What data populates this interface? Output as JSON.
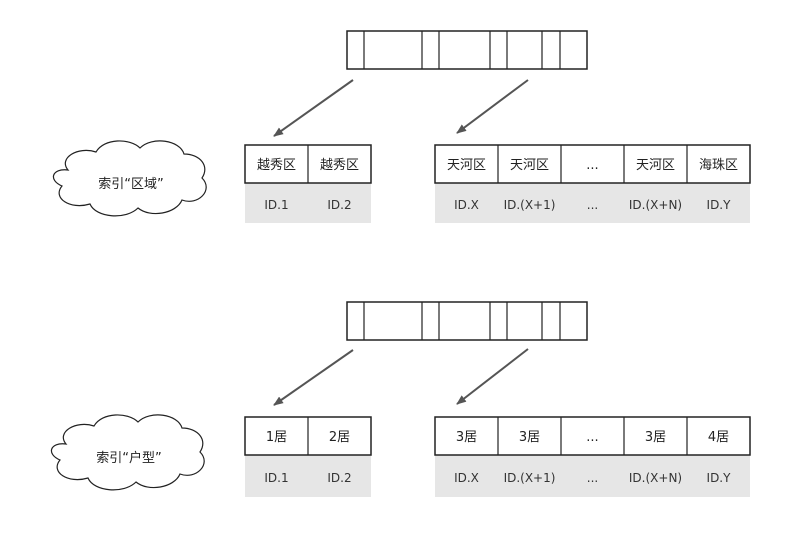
{
  "indexes": [
    {
      "cloud_label": "索引“区域”",
      "left_block": {
        "keys": [
          "越秀区",
          "越秀区"
        ],
        "ids": [
          "ID.1",
          "ID.2"
        ]
      },
      "right_block": {
        "keys": [
          "天河区",
          "天河区",
          "...",
          "天河区",
          "海珠区"
        ],
        "ids": [
          "ID.X",
          "ID.(X+1)",
          "...",
          "ID.(X+N)",
          "ID.Y"
        ]
      }
    },
    {
      "cloud_label": "索引“户型”",
      "left_block": {
        "keys": [
          "1居",
          "2居"
        ],
        "ids": [
          "ID.1",
          "ID.2"
        ]
      },
      "right_block": {
        "keys": [
          "3居",
          "3居",
          "...",
          "3居",
          "4居"
        ],
        "ids": [
          "ID.X",
          "ID.(X+1)",
          "...",
          "ID.(X+N)",
          "ID.Y"
        ]
      }
    }
  ],
  "colors": {
    "stroke": "#222222",
    "id_row_fill": "#e6e6e6",
    "arrow": "#555555"
  }
}
